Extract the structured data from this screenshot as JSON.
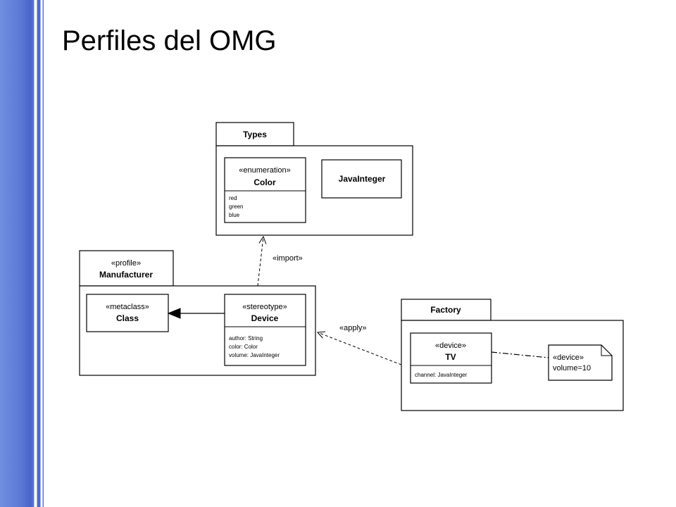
{
  "slide": {
    "title": "Perfiles del OMG"
  },
  "diagram": {
    "types_package": {
      "name": "Types",
      "color_enum": {
        "stereotype": "«enumeration»",
        "name": "Color",
        "literals": [
          "red",
          "green",
          "blue"
        ]
      },
      "java_integer": {
        "name": "JavaInteger"
      }
    },
    "manufacturer_profile": {
      "stereotype": "«profile»",
      "name": "Manufacturer",
      "metaclass": {
        "stereotype": "«metaclass»",
        "name": "Class"
      },
      "device_stereotype": {
        "stereotype": "«stereotype»",
        "name": "Device",
        "attributes": [
          "author: String",
          "color: Color",
          "volume: JavaInteger"
        ]
      }
    },
    "factory_package": {
      "name": "Factory",
      "tv_class": {
        "stereotype": "«device»",
        "name": "TV",
        "attributes": [
          "channel: JavaInteger"
        ]
      },
      "note": {
        "stereotype": "«device»",
        "value": "volume=10"
      }
    },
    "relations": {
      "import_label": "«import»",
      "apply_label": "«apply»"
    }
  }
}
